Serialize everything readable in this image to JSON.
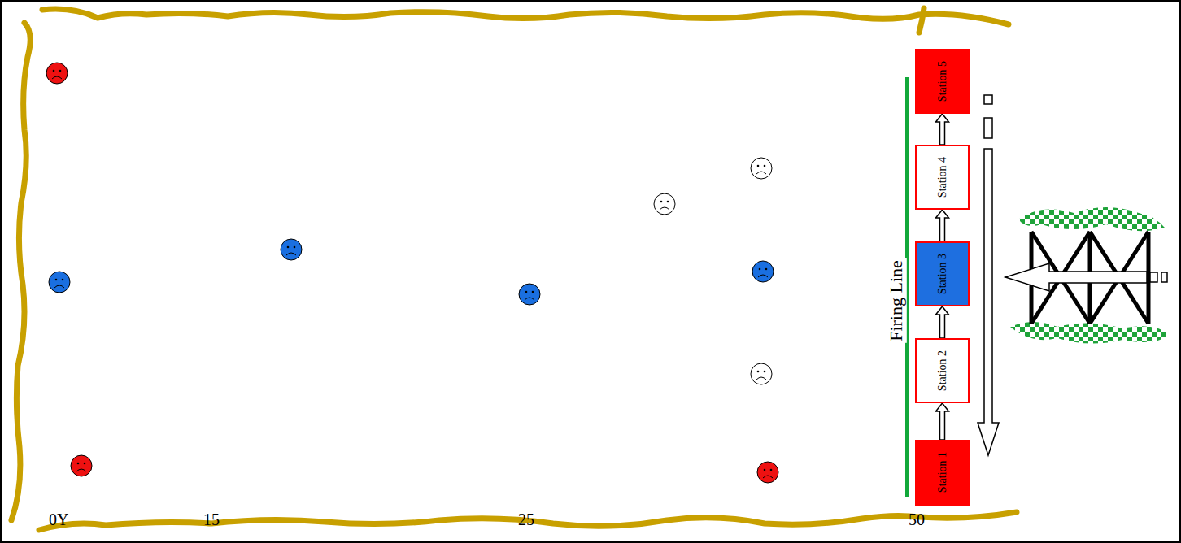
{
  "diagram": {
    "nodes": [
      {
        "text": [
          "Station 1"
        ]
      },
      {
        "text": [
          "Station 2"
        ]
      },
      {
        "text": [
          "Station 3"
        ]
      },
      {
        "text": [
          "Station 4"
        ]
      },
      {
        "text": [
          "Station 5"
        ]
      }
    ],
    "edges": [
      {
        "from": 0,
        "to": 1,
        "arrow": "to"
      },
      {
        "from": 1,
        "to": 2,
        "arrow": "to"
      },
      {
        "from": 2,
        "to": 3,
        "arrow": "to"
      },
      {
        "from": 3,
        "to": 4,
        "arrow": "to"
      }
    ],
    "labels": [
      "Firing Line",
      "0Y",
      "15",
      "25",
      "50"
    ]
  }
}
